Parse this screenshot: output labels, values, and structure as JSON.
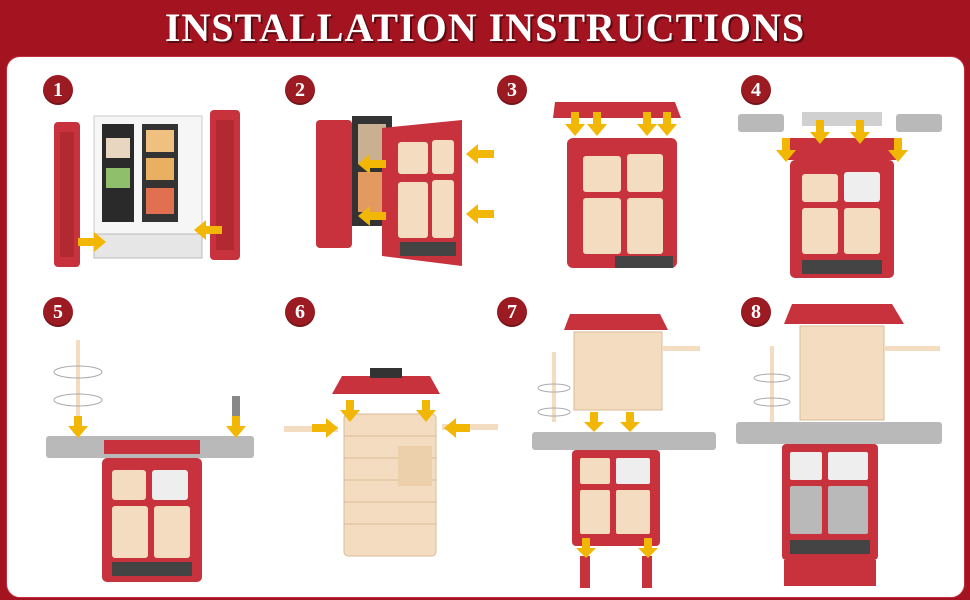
{
  "title": "INSTALLATION INSTRUCTIONS",
  "colors": {
    "banner": "#a31320",
    "badge": "#9c1b22",
    "arrow": "#f2b705",
    "toy_red": "#c8323c",
    "toy_cream": "#f3dcc0",
    "toy_gray": "#b9b9b9"
  },
  "steps": [
    {
      "number": "1"
    },
    {
      "number": "2"
    },
    {
      "number": "3"
    },
    {
      "number": "4"
    },
    {
      "number": "5"
    },
    {
      "number": "6"
    },
    {
      "number": "7"
    },
    {
      "number": "8"
    }
  ]
}
